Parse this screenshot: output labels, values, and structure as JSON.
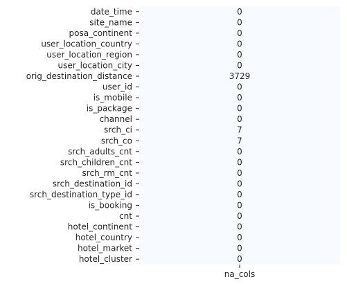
{
  "chart_data": {
    "type": "heatmap",
    "title": "",
    "xlabel": "",
    "ylabel": "",
    "x": [
      "na_cols"
    ],
    "y": [
      "date_time",
      "site_name",
      "posa_continent",
      "user_location_country",
      "user_location_region",
      "user_location_city",
      "orig_destination_distance",
      "user_id",
      "is_mobile",
      "is_package",
      "channel",
      "srch_ci",
      "srch_co",
      "srch_adults_cnt",
      "srch_children_cnt",
      "srch_rm_cnt",
      "srch_destination_id",
      "srch_destination_type_id",
      "is_booking",
      "cnt",
      "hotel_continent",
      "hotel_country",
      "hotel_market",
      "hotel_cluster"
    ],
    "values": [
      0,
      0,
      0,
      0,
      0,
      0,
      3729,
      0,
      0,
      0,
      0,
      7,
      7,
      0,
      0,
      0,
      0,
      0,
      0,
      0,
      0,
      0,
      0,
      0
    ],
    "annotations": [
      "0",
      "0",
      "0",
      "0",
      "0",
      "0",
      "3729",
      "0",
      "0",
      "0",
      "0",
      "7",
      "7",
      "0",
      "0",
      "0",
      "0",
      "0",
      "0",
      "0",
      "0",
      "0",
      "0",
      "0"
    ],
    "colormap": "Blues",
    "cell_color": "#f7fbff",
    "colorbar": false,
    "grid": false
  }
}
